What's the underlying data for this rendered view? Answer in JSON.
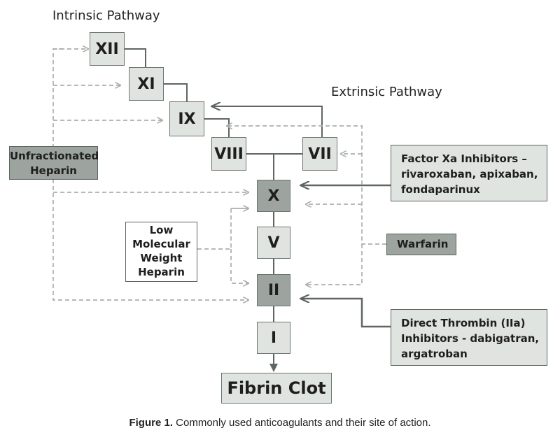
{
  "pathway_labels": {
    "intrinsic": "Intrinsic Pathway",
    "extrinsic": "Extrinsic Pathway"
  },
  "factors": {
    "xii": "XII",
    "xi": "XI",
    "ix": "IX",
    "viii": "VIII",
    "vii": "VII",
    "x": "X",
    "v": "V",
    "ii": "II",
    "i": "I"
  },
  "end_product": "Fibrin Clot",
  "drugs": {
    "ufh": [
      "Unfractionated",
      "Heparin"
    ],
    "lmwh": [
      "Low",
      "Molecular",
      "Weight",
      "Heparin"
    ],
    "xa_inhibitors": [
      "Factor Xa Inhibitors –",
      "rivaroxaban, apixaban,",
      "fondaparinux"
    ],
    "warfarin": "Warfarin",
    "dti": [
      "Direct Thrombin (IIa)",
      "Inhibitors - dabigatran,",
      "argatroban"
    ]
  },
  "caption": {
    "label": "Figure 1.",
    "text": "Commonly used anticoagulants and their site of action."
  },
  "colors": {
    "light_fill": "#dfe4e0",
    "dark_fill": "#9da49f",
    "solid_line": "#5f6661",
    "dashed_line": "#a9b0ab"
  }
}
